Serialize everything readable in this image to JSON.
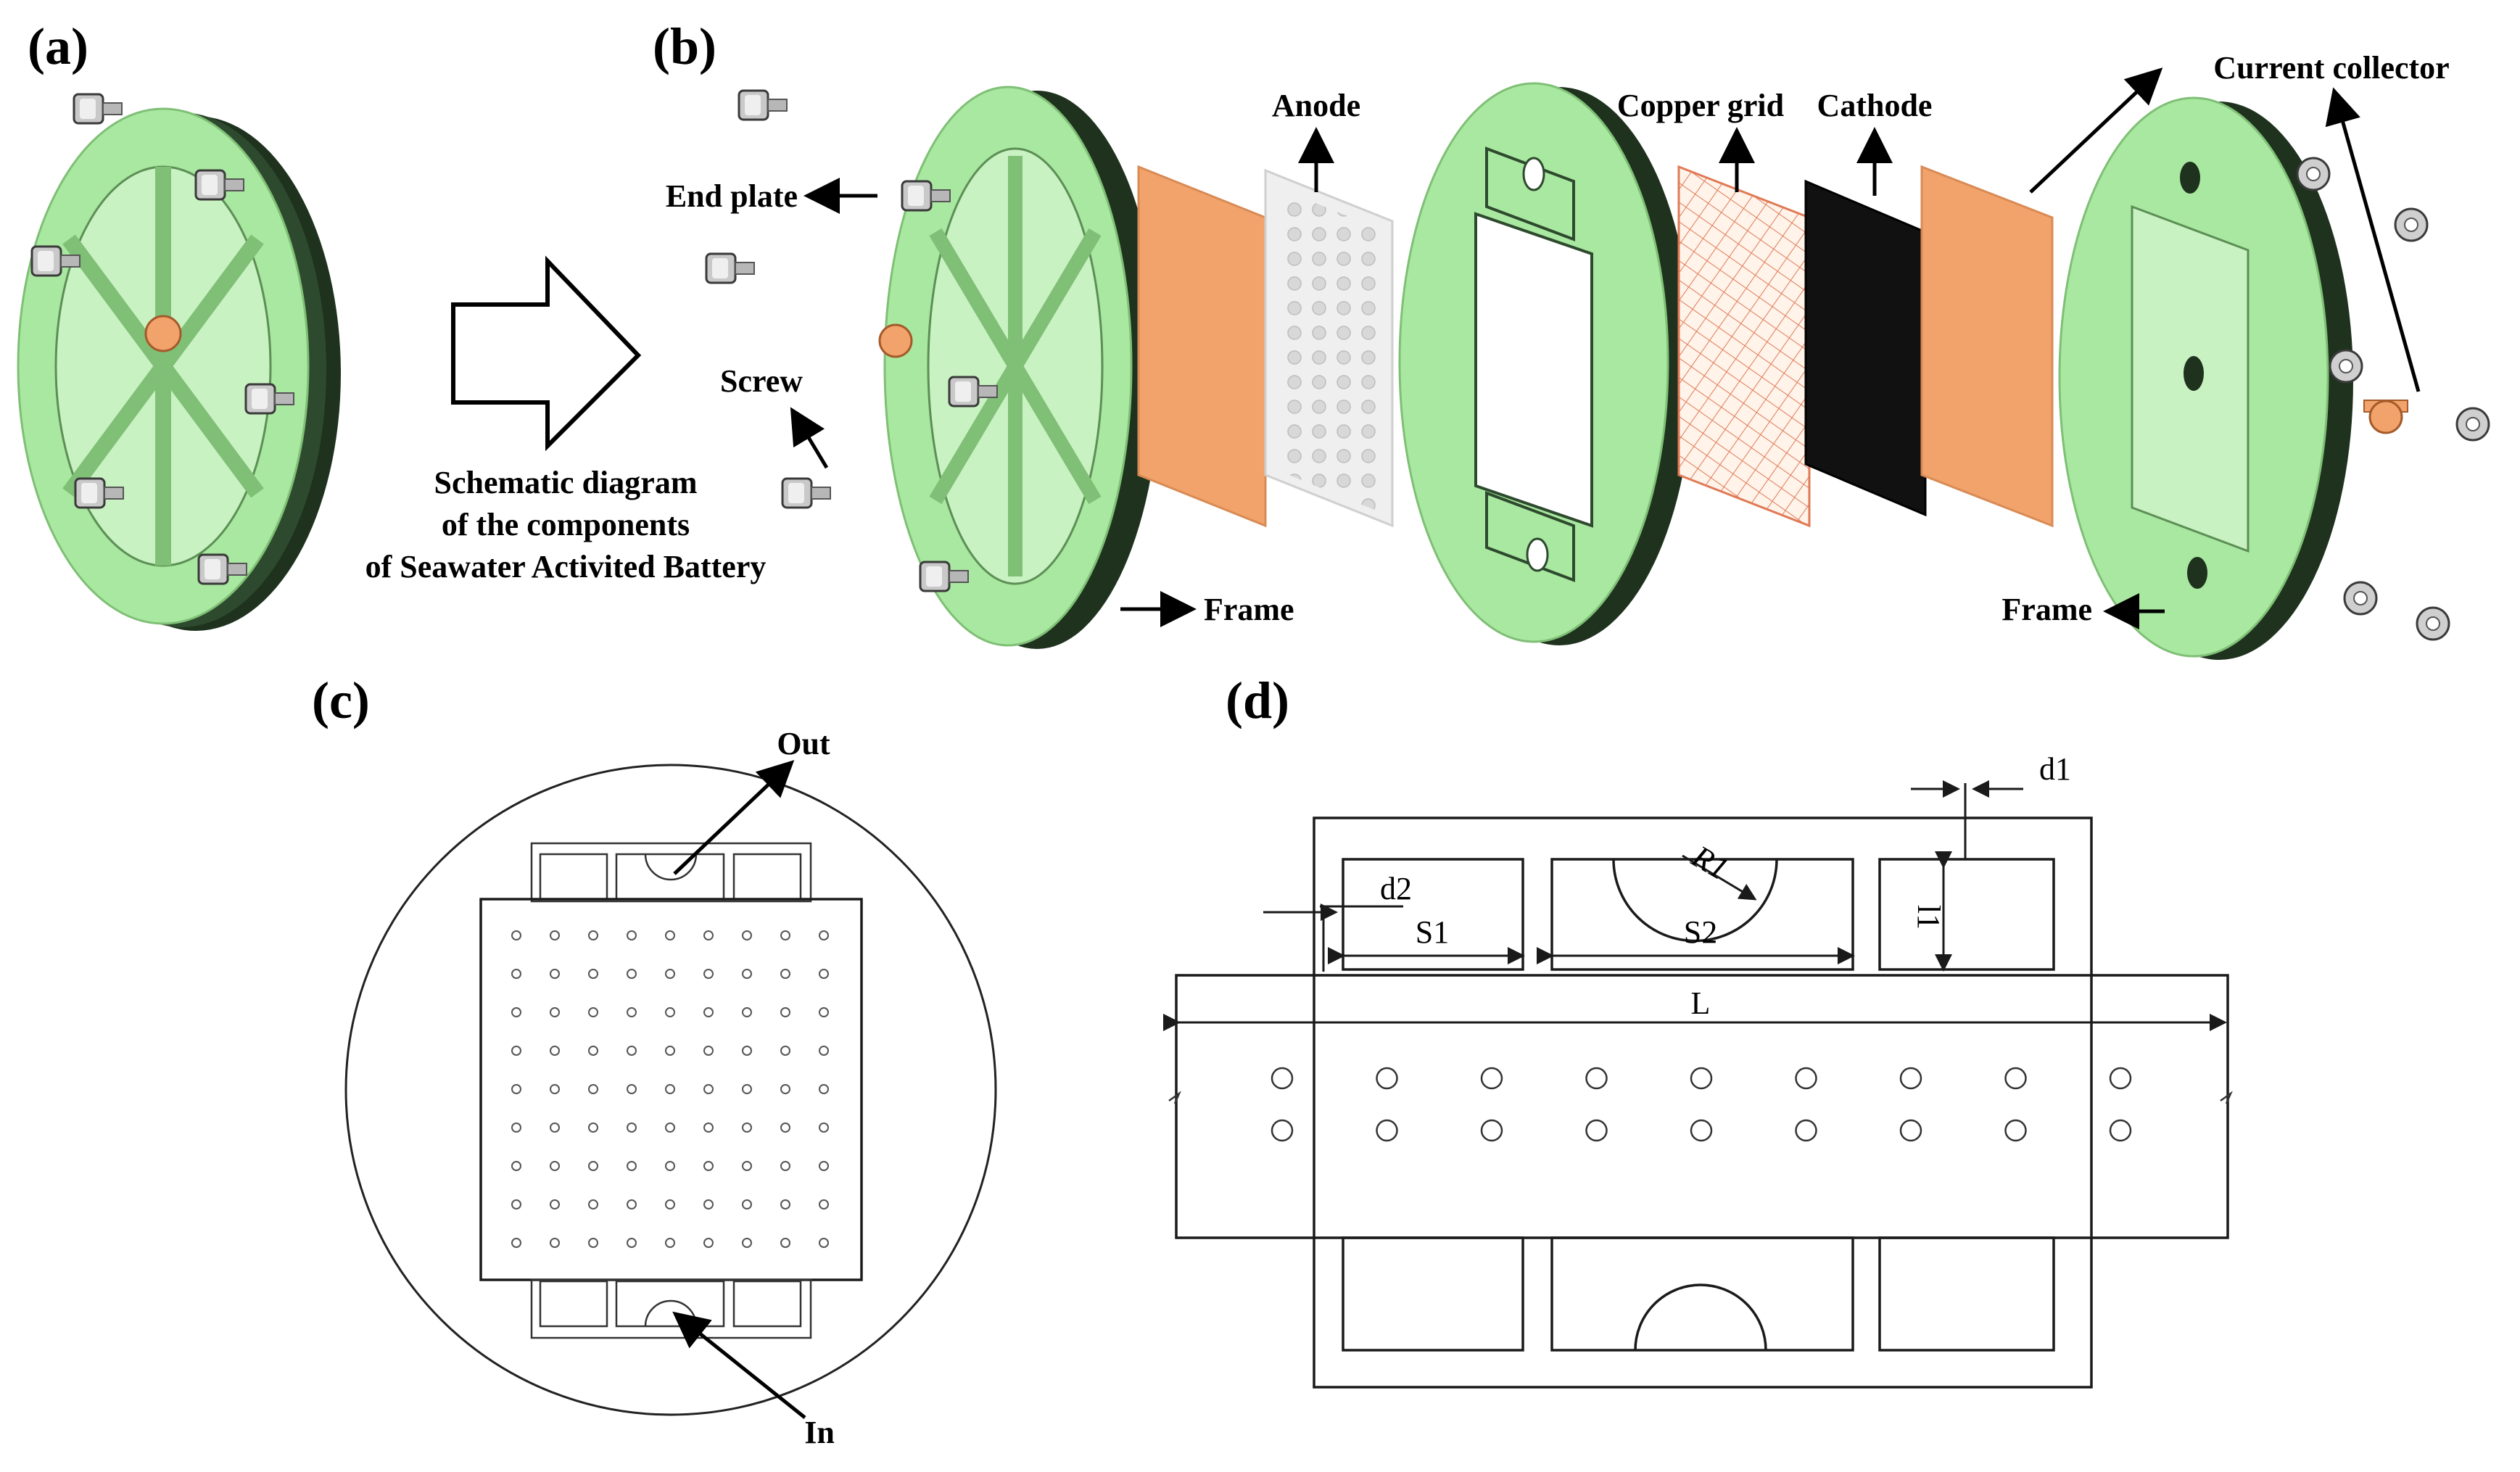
{
  "panels": {
    "a": "(a)",
    "b": "(b)",
    "c": "(c)",
    "d": "(d)"
  },
  "panel_a": {
    "caption_line1": "Schematic diagram",
    "caption_line2": "of the components",
    "caption_line3": "of Seawater Activited Battery"
  },
  "panel_b": {
    "end_plate": "End plate",
    "screw": "Screw",
    "anode": "Anode",
    "frame_left": "Frame",
    "copper_grid": "Copper grid",
    "cathode": "Cathode",
    "current_collector": "Current collector",
    "frame_right": "Frame"
  },
  "panel_c": {
    "out": "Out",
    "in": "In"
  },
  "panel_d": {
    "d1": "d1",
    "d2": "d2",
    "r1": "R1",
    "s1": "S1",
    "s2": "S2",
    "l1": "l1",
    "l": "L"
  },
  "colors": {
    "plate_green": "#a9e8a0",
    "plate_dark": "#1f3b1f",
    "copper": "#f2a36b",
    "cathode": "#111111"
  }
}
